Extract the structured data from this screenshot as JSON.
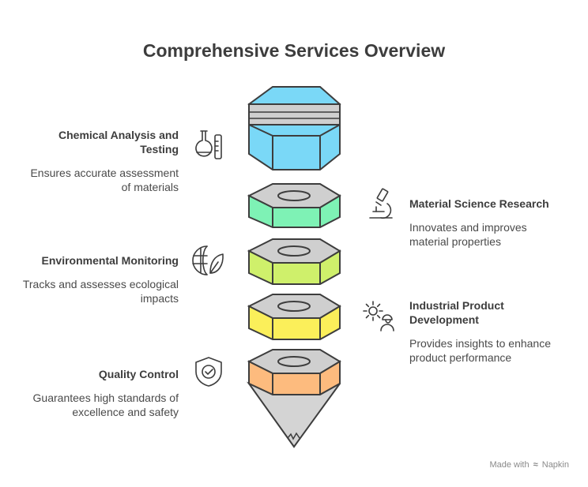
{
  "title": "Comprehensive Services Overview",
  "services": [
    {
      "title": "Chemical Analysis and Testing",
      "description": "Ensures accurate assessment of materials",
      "icon": "lab-flask-icon",
      "color": "#7ad8f7"
    },
    {
      "title": "Material Science Research",
      "description": "Innovates and improves material properties",
      "icon": "microscope-icon",
      "color": "#7ef2b5"
    },
    {
      "title": "Environmental Monitoring",
      "description": "Tracks and assesses ecological impacts",
      "icon": "globe-leaf-icon",
      "color": "#cff06b"
    },
    {
      "title": "Industrial Product Development",
      "description": "Provides insights to enhance product performance",
      "icon": "gear-worker-icon",
      "color": "#fbef5a"
    },
    {
      "title": "Quality Control",
      "description": "Guarantees high standards of excellence and safety",
      "icon": "shield-check-icon",
      "color": "#fdbb7e"
    }
  ],
  "footer": {
    "text": "Made with",
    "brand": "Napkin"
  }
}
